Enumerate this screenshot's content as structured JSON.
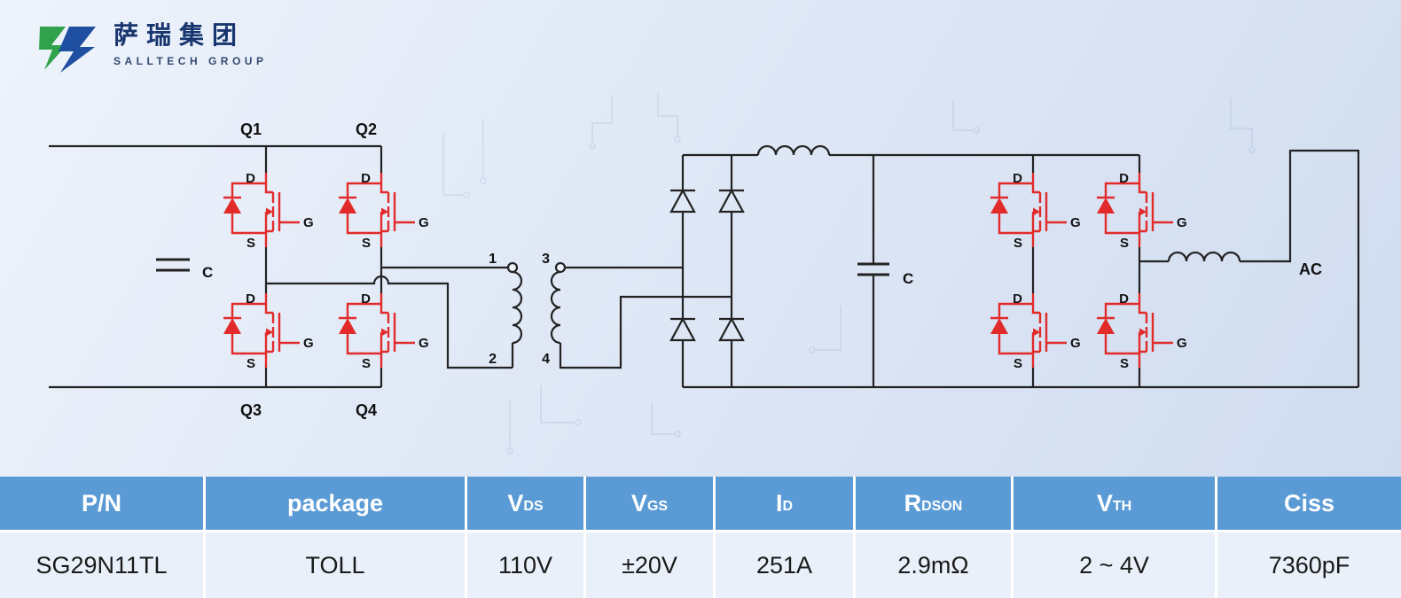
{
  "logo": {
    "company_cn": "萨瑞集团",
    "company_en": "SALLTECH GROUP"
  },
  "schematic": {
    "transistor_labels": [
      "Q1",
      "Q2",
      "Q3",
      "Q4"
    ],
    "mosfet_terminals": {
      "drain": "D",
      "gate": "G",
      "source": "S"
    },
    "transformer_pins": [
      "1",
      "2",
      "3",
      "4"
    ],
    "capacitor_input_label": "C",
    "capacitor_output_label": "C",
    "output_label": "AC",
    "mosfet_color": "#e22a2a",
    "wire_color": "#222222"
  },
  "table": {
    "header_bg": "#5b9bd5",
    "header_text_color": "#ffffff",
    "row_bg": "#e9f0f9",
    "headers": [
      {
        "text": "P/N"
      },
      {
        "text": "package"
      },
      {
        "text": "V",
        "sub": "DS"
      },
      {
        "text": "V",
        "sub": "GS"
      },
      {
        "text": "I",
        "sub": "D"
      },
      {
        "text": "R",
        "sub": "DSON"
      },
      {
        "text": "V",
        "sub": "TH"
      },
      {
        "text": "Ciss"
      }
    ],
    "row": [
      "SG29N11TL",
      "TOLL",
      "110V",
      "±20V",
      "251A",
      "2.9mΩ",
      "2 ~ 4V",
      "7360pF"
    ]
  }
}
